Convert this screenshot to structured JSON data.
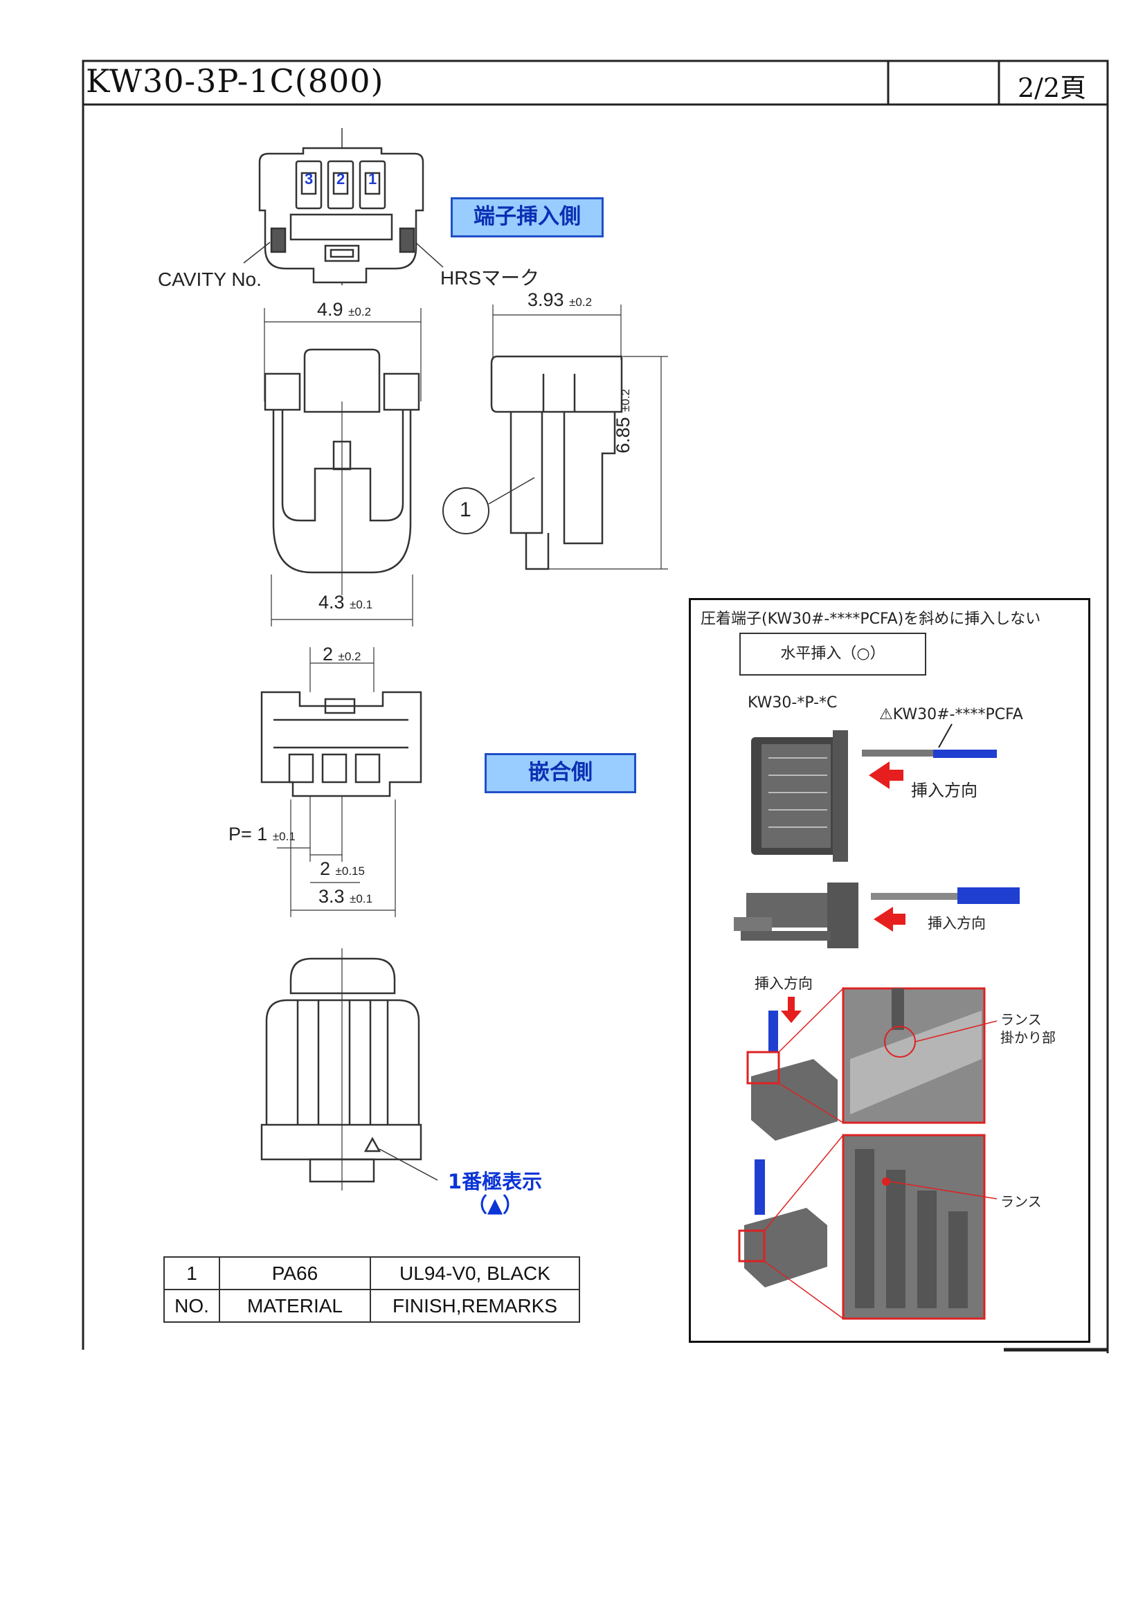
{
  "header": {
    "title": "KW30-3P-1C(800)",
    "page": "2/2頁"
  },
  "labels": {
    "terminal_side": "端子挿入側",
    "mating_side": "嵌合側",
    "cavity_no": "CAVITY No.",
    "hrs_mark": "HRSマーク",
    "pin1_line1": "1番極表示",
    "pin1_line2": "（▲）",
    "part_ref": "1",
    "cavity_digits": [
      "3",
      "2",
      "1"
    ]
  },
  "dimensions": {
    "width_top": {
      "value": "4.9",
      "tol": "±0.2"
    },
    "depth": {
      "value": "3.93",
      "tol": "±0.2"
    },
    "height": {
      "value": "6.85",
      "tol": "±0.2"
    },
    "width_bottom": {
      "value": "4.3",
      "tol": "±0.1"
    },
    "mate_width": {
      "value": "2",
      "tol": "±0.2"
    },
    "pitch": {
      "value": "P= 1",
      "tol": "±0.1"
    },
    "pin_span": {
      "value": "2",
      "tol": "±0.15"
    },
    "mate_outer": {
      "value": "3.3",
      "tol": "±0.1"
    }
  },
  "materials_table": {
    "rows": [
      [
        "1",
        "PA66",
        "UL94-V0, BLACK"
      ],
      [
        "NO.",
        "MATERIAL",
        "FINISH,REMARKS"
      ]
    ]
  },
  "insertion_panel": {
    "heading": "圧着端子(KW30#-****PCFA)を斜めに挿入しない",
    "mode_box": "水平挿入（○）",
    "housing_label": "KW30-*P-*C",
    "terminal_label": "⚠KW30#-****PCFA",
    "insert_direction": "挿入方向",
    "insert_direction_2": "挿入方向",
    "insert_direction_3": "挿入方向",
    "lance_hook": [
      "ランス",
      "掛かり部"
    ],
    "lance": "ランス",
    "colors": {
      "arrow": "#e61e1e",
      "wire": "#1f3fd0",
      "housing": "#5a5a5a"
    }
  }
}
